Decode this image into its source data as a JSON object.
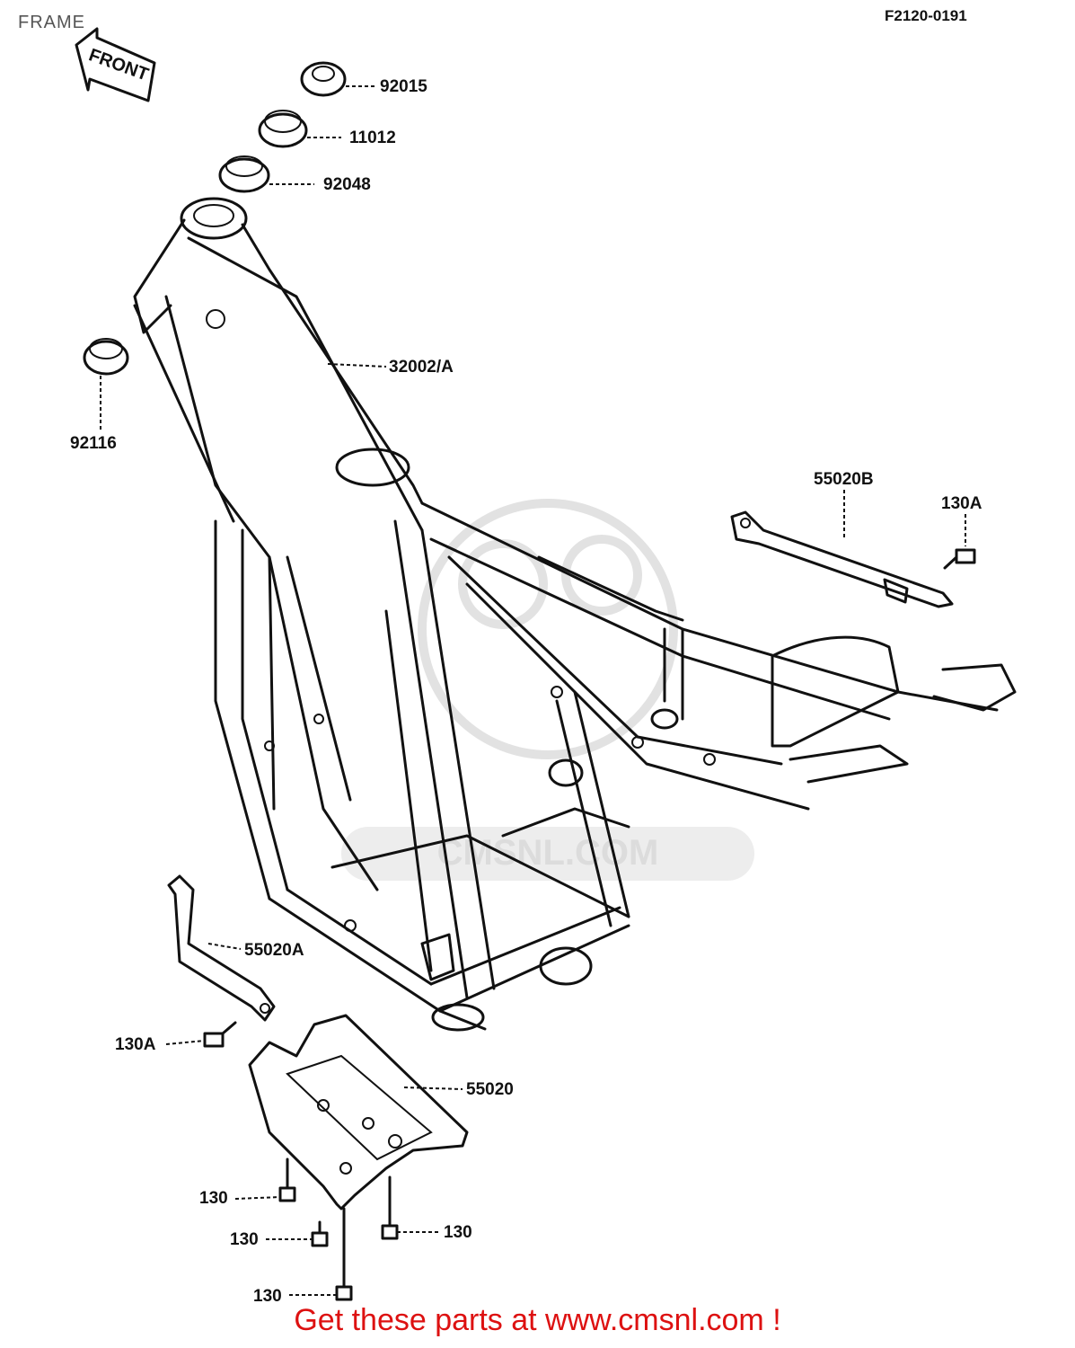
{
  "header": {
    "title": "FRAME",
    "ref_code": "F2120-0191"
  },
  "front_arrow": {
    "label": "FRONT"
  },
  "watermark": {
    "text": "CMSNL.COM"
  },
  "parts": [
    {
      "id": "p92015",
      "number": "92015"
    },
    {
      "id": "p11012",
      "number": "11012"
    },
    {
      "id": "p92048",
      "number": "92048"
    },
    {
      "id": "p92116",
      "number": "92116"
    },
    {
      "id": "p32002",
      "number": "32002/A"
    },
    {
      "id": "p55020B",
      "number": "55020B"
    },
    {
      "id": "p130A_top",
      "number": "130A"
    },
    {
      "id": "p55020A",
      "number": "55020A"
    },
    {
      "id": "p130A_left",
      "number": "130A"
    },
    {
      "id": "p55020",
      "number": "55020"
    },
    {
      "id": "p130_a",
      "number": "130"
    },
    {
      "id": "p130_b",
      "number": "130"
    },
    {
      "id": "p130_c",
      "number": "130"
    },
    {
      "id": "p130_d",
      "number": "130"
    }
  ],
  "footer": {
    "text": "Get these parts at www.cmsnl.com !"
  }
}
